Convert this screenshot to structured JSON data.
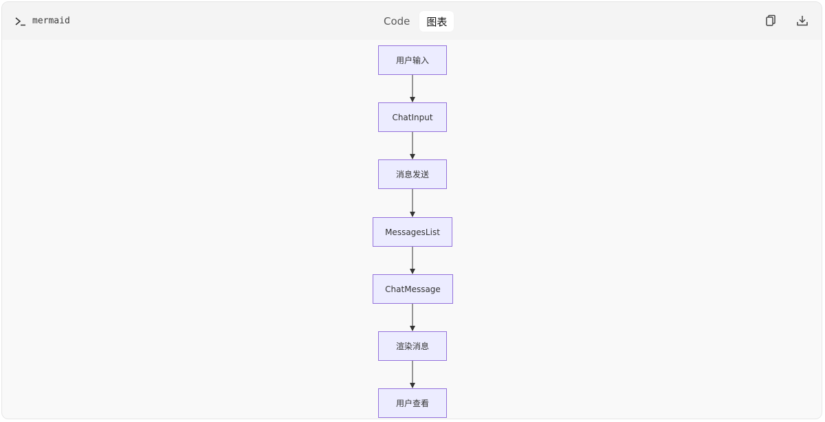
{
  "header": {
    "language": "mermaid",
    "tabs": [
      {
        "label": "Code",
        "active": false
      },
      {
        "label": "图表",
        "active": true
      }
    ],
    "icons": {
      "terminal": "terminal-icon",
      "copy": "copy-icon",
      "download": "download-icon"
    }
  },
  "diagram": {
    "type": "flowchart",
    "direction": "top-down",
    "nodes": [
      {
        "id": "n1",
        "label": "用户输入"
      },
      {
        "id": "n2",
        "label": "ChatInput"
      },
      {
        "id": "n3",
        "label": "消息发送"
      },
      {
        "id": "n4",
        "label": "MessagesList"
      },
      {
        "id": "n5",
        "label": "ChatMessage"
      },
      {
        "id": "n6",
        "label": "渲染消息"
      },
      {
        "id": "n7",
        "label": "用户查看"
      }
    ],
    "edges": [
      {
        "from": "n1",
        "to": "n2"
      },
      {
        "from": "n2",
        "to": "n3"
      },
      {
        "from": "n3",
        "to": "n4"
      },
      {
        "from": "n4",
        "to": "n5"
      },
      {
        "from": "n5",
        "to": "n6"
      },
      {
        "from": "n6",
        "to": "n7"
      }
    ],
    "colors": {
      "node_fill": "#ececff",
      "node_stroke": "#9370db",
      "edge": "#333333"
    }
  }
}
